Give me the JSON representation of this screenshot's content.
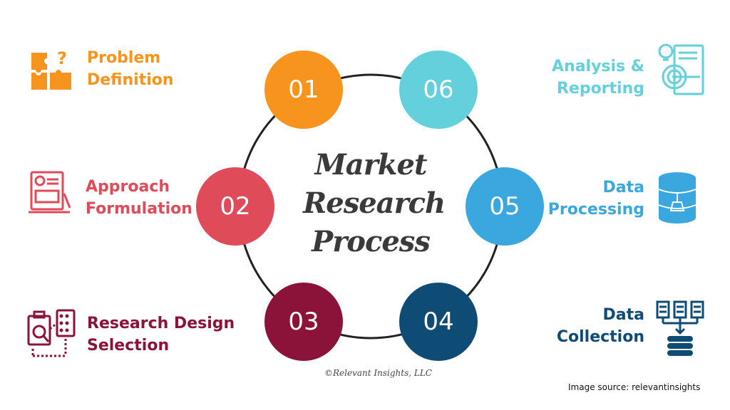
{
  "title_lines": [
    "Market",
    "Research",
    "Process"
  ],
  "copyright": "©Relevant Insights, LLC",
  "source": "Image source: relevantinsights",
  "steps": [
    {
      "number": "01",
      "lines": [
        "Problem",
        "Definition"
      ],
      "color": "#F7941D",
      "icon": "puzzle-question-icon"
    },
    {
      "number": "02",
      "lines": [
        "Approach",
        "Formulation"
      ],
      "color": "#E04B5A",
      "icon": "plan-settings-icon"
    },
    {
      "number": "03",
      "lines": [
        "Research Design",
        "Selection"
      ],
      "color": "#8B1238",
      "icon": "clipboard-design-icon"
    },
    {
      "number": "04",
      "lines": [
        "Data",
        "Collection"
      ],
      "color": "#0F4C75",
      "icon": "data-collection-icon"
    },
    {
      "number": "05",
      "lines": [
        "Data",
        "Processing"
      ],
      "color": "#3AA8DF",
      "icon": "database-broom-icon"
    },
    {
      "number": "06",
      "lines": [
        "Analysis &",
        "Reporting"
      ],
      "color": "#63D0DC",
      "icon": "report-target-icon"
    }
  ]
}
